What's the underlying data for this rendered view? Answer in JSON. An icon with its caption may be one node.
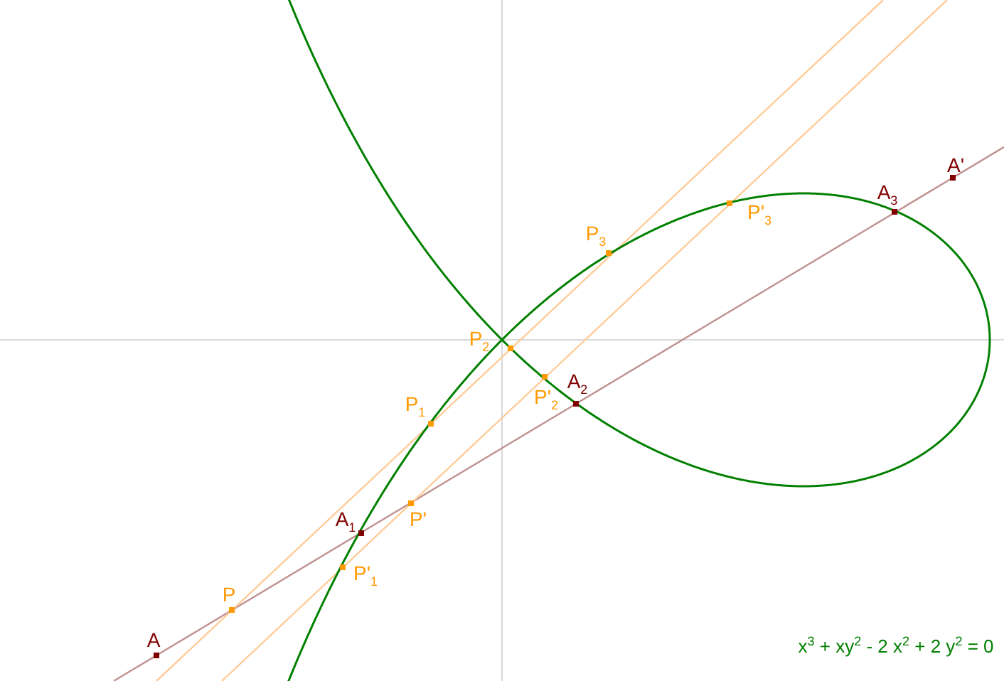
{
  "diagram": {
    "labels": [
      "A",
      "P",
      "A$_{1}$",
      "P'$_{1}$",
      "P'",
      "P$_{1}$",
      "P$_{2}$",
      "P'$_{2}$",
      "A$_{2}$",
      "P$_{3}$",
      "P'$_{3}$",
      "A$_{3}$",
      "A'",
      "x$^{3}$ + xy$^{2}$ - 2 x$^{2}$ + 2 y$^{2}$ = 0"
    ]
  }
}
